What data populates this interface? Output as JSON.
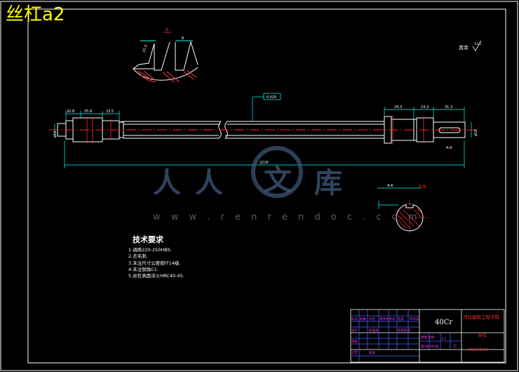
{
  "title": "丝杠a2",
  "watermark": {
    "site": "w w w . r e n r e n d o c . c o m",
    "chars": [
      "人",
      "人",
      "文",
      "库"
    ]
  },
  "roughness_note": {
    "label": "其余",
    "value": "12.5"
  },
  "detail_label": "II",
  "section_label": "B-B",
  "section_id": "A-A",
  "tolerance_frame": "0.025",
  "overall_length": "2216",
  "dims": {
    "d1": "22.5",
    "d2": "8",
    "l1": "20.8",
    "l2": "25.8",
    "l3": "23.5",
    "r1": "24.3",
    "r2": "14.3",
    "r3": "31.3",
    "dia_left": "ø16",
    "dia_right": "ø18"
  },
  "tech_requirements": {
    "heading": "技术要求",
    "items": [
      "1.调质220-250HBS.",
      "2.去毛刺.",
      "3.未注尺寸公差按IT14级.",
      "4.未注倒角C1.",
      "5.丝杠表面淬火HRC40-45."
    ]
  },
  "title_block": {
    "material": "40Cr",
    "school": "河北建筑工程学院",
    "part_name": "丝杠",
    "drawing_no": "WLJ.00-03",
    "scale": "1:1",
    "sheet": "第1张 共1张",
    "weight": "重量 比例",
    "rev": "C"
  },
  "colors": {
    "frame": "#ffffff",
    "part": "#ffffff",
    "center": "#ff2020",
    "dim": "#00ffff",
    "text_magenta": "#ff40ff",
    "title_red": "#ff3030",
    "title_yellow": "#ffff00",
    "tb_border": "#4060ff"
  }
}
